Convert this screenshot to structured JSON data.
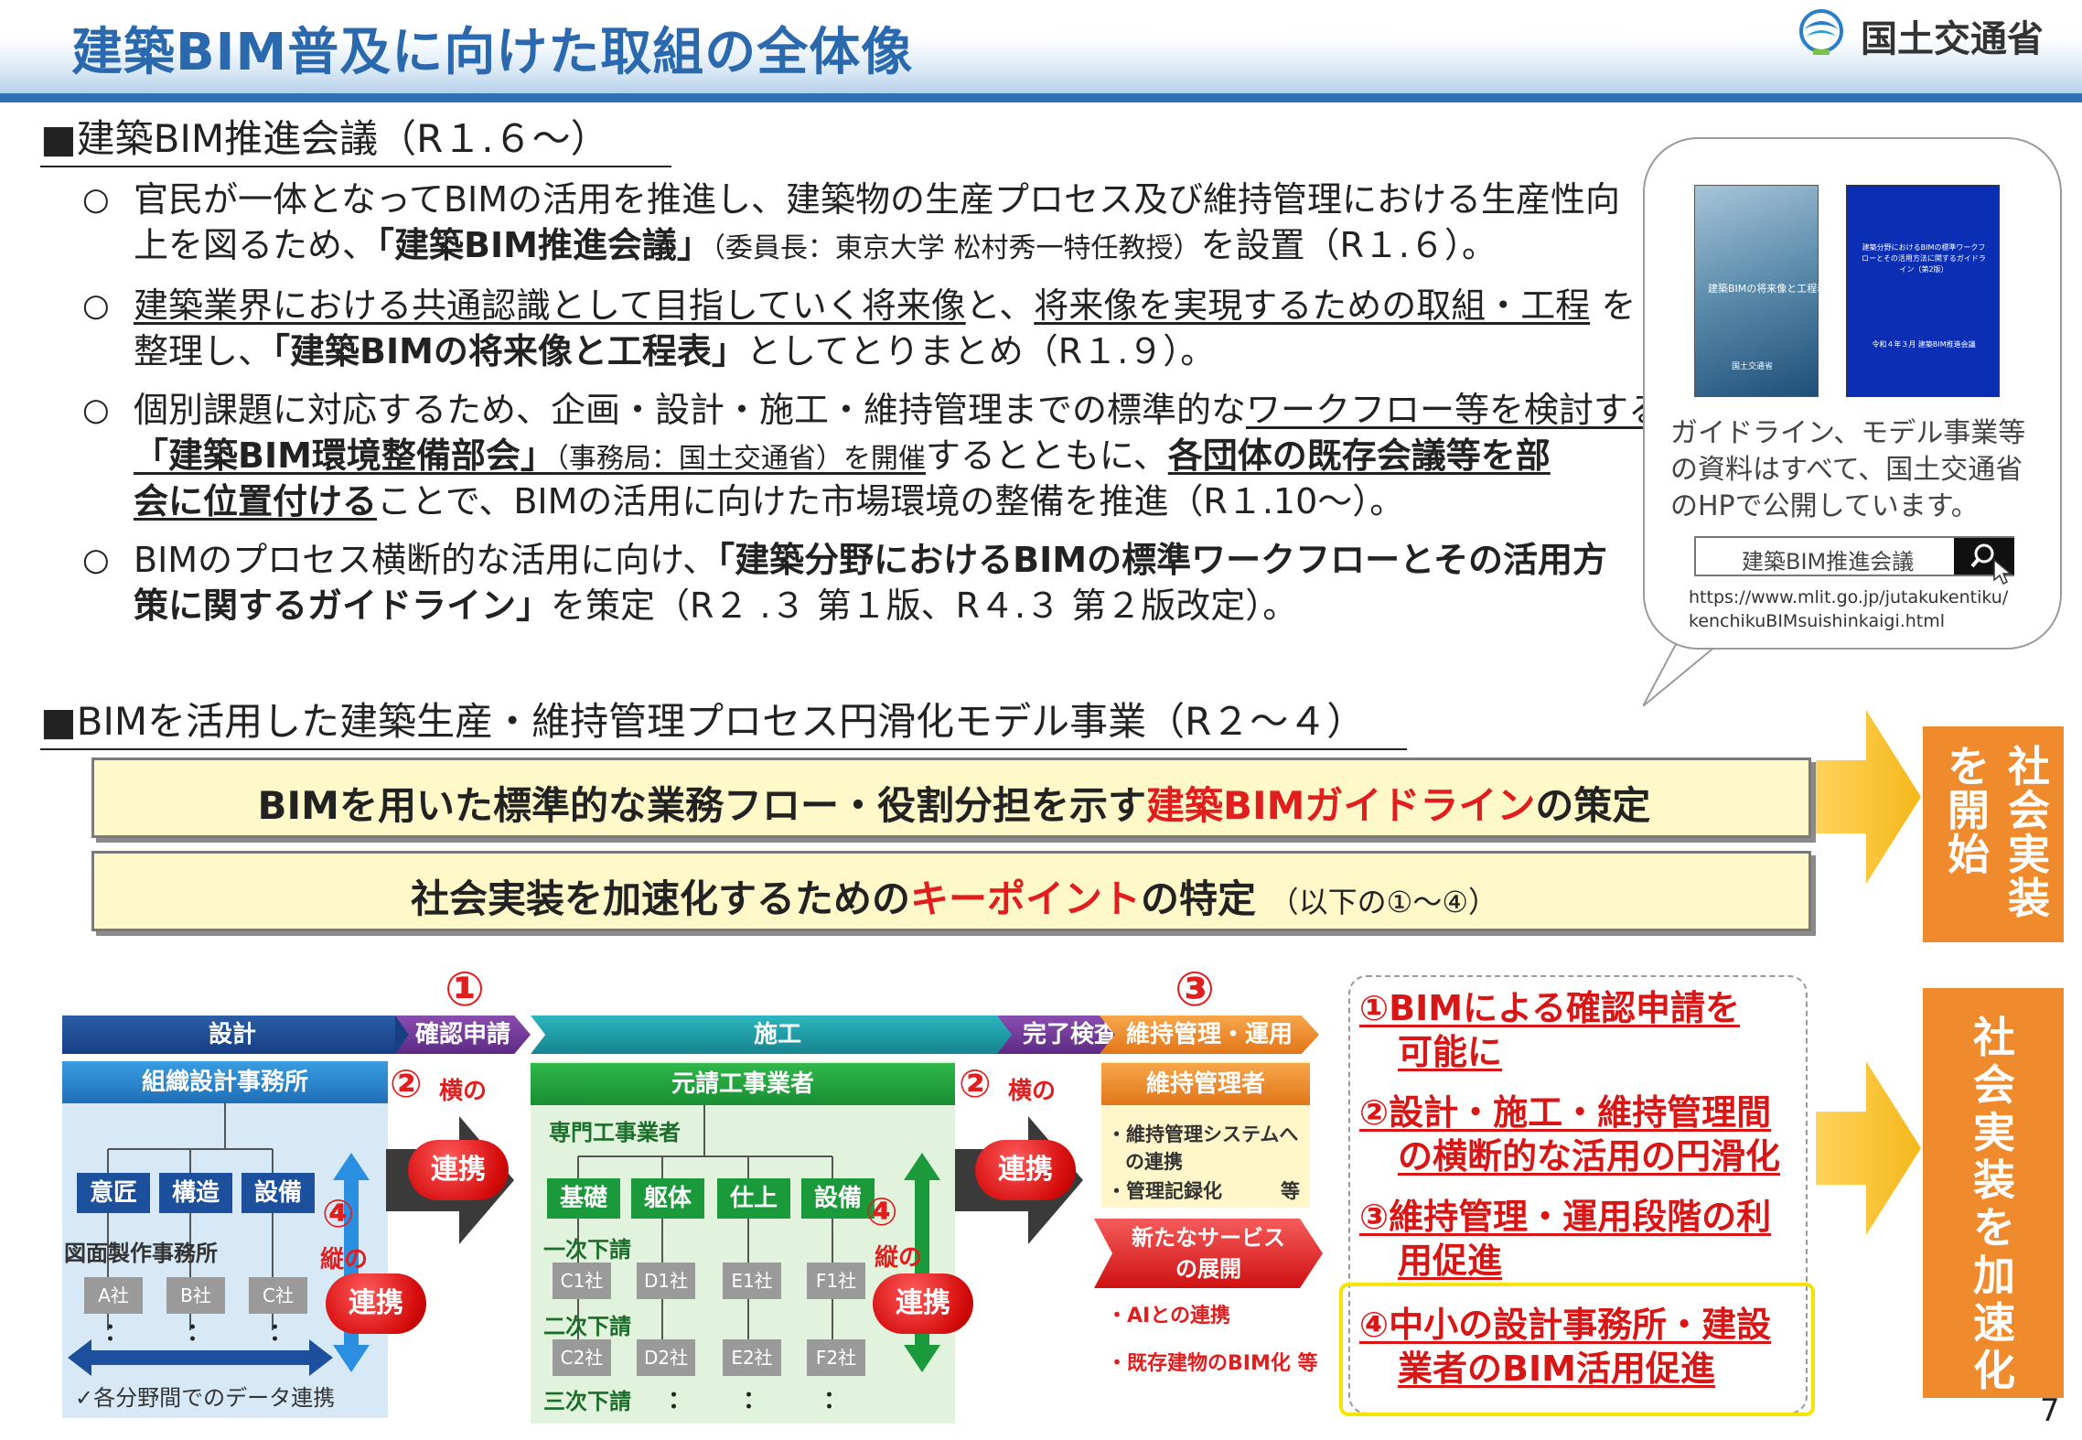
{
  "header": {
    "title": "建築BIM普及に向けた取組の全体像",
    "logo_text": "国土交通省"
  },
  "section1": {
    "heading": "■建築BIM推進会議（R１.６～）",
    "bullet_mark": "○",
    "bullets": [
      {
        "l1": "官民が一体となってBIMの活用を推進し、建築物の生産プロセス及び維持管理における生産性向",
        "l2a": "上を図るため、",
        "l2b": "「建築BIM推進会議」",
        "l2c": "（委員長：東京大学 松村秀一特任教授）",
        "l2d": "を設置（R１.６）。"
      },
      {
        "l1a": "建築業界における共通認識として目指していく将来像",
        "l1b": "と、",
        "l1c": "将来像を実現するための取組・工程",
        "l1d": " を",
        "l2a": "整理し、",
        "l2b": "「建築BIMの将来像と工程表」",
        "l2c": "としてとりまとめ（R１.９）。"
      },
      {
        "l1a": "個別課題に対応するため、企画・設計・施工・維持管理までの標準的な",
        "l1b": "ワークフロー等を検討する",
        "l2a": "「建築BIM環境整備部会」",
        "l2b": "（事務局：国土交通省）を開催",
        "l2c": "するとともに、",
        "l2d": "各団体の既存会議等を部",
        "l3a": "会に位置付ける",
        "l3b": "ことで、BIMの活用に向けた市場環境の整備を推進（R１.10～）。"
      },
      {
        "l1a": "BIMのプロセス横断的な活用に向け、",
        "l1b": "「建築分野におけるBIMの標準ワークフローとその活用方",
        "l2a": "策に関するガイドライン」",
        "l2b": "を策定（R２ .３ 第１版、R４.３ 第２版改定）。"
      }
    ]
  },
  "callout": {
    "book1_title": "建築BIMの将来像と工程表",
    "book1_logo": "国土交通省",
    "book2_title": "建築分野におけるBIMの標準ワークフローとその活用方法に関するガイドライン（第2版）",
    "book2_date": "令和４年３月 建築BIM推進会議",
    "note": "ガイドライン、モデル事業等の資料はすべて、国土交通省のHPで公開しています。",
    "search_text": "建築BIM推進会議",
    "url_line1": "https://www.mlit.go.jp/jutakukentiku/",
    "url_line2": "kenchikuBIMsuishinkaigi.html"
  },
  "section2": {
    "heading": "■BIMを活用した建築生産・維持管理プロセス円滑化モデル事業（R２～４）",
    "bar1": {
      "a": "BIMを用いた標準的な業務フロー・役割分担を示す",
      "b": "建築BIMガイドライン",
      "c": "の策定"
    },
    "bar2": {
      "a": "社会実装を加速化するための",
      "b": "キーポイント",
      "c": "の特定",
      "note": "（以下の①～④）"
    },
    "orange1_col1": "社会実装",
    "orange1_col2": "を開始",
    "orange2_col1": "社会実装を加速化"
  },
  "diagram": {
    "phase_design": "設計",
    "phase_kakunin": "確認申請",
    "phase_sekou": "施工",
    "phase_kanryo": "完了検査",
    "phase_iji": "維持管理・運用",
    "num1": "①",
    "num3": "③",
    "num2": "②",
    "num4": "④",
    "design_org": "組織設計事務所",
    "d_ishou": "意匠",
    "d_kouzou": "構造",
    "d_setsubi": "設備",
    "zumen": "図面製作事務所",
    "a_sha": "A社",
    "b_sha": "B社",
    "c_sha": "C社",
    "dots": "：",
    "data_renkei": "✓各分野間でのデータ連携",
    "yoko_no": "横の",
    "tate_no": "縦の",
    "renkei": "連携",
    "contractor": "元請工事業者",
    "senmon": "専門工事業者",
    "kiso": "基礎",
    "kutai": "躯体",
    "shiage": "仕上",
    "setsubi2": "設備",
    "ichiji": "一次下請",
    "niji": "二次下請",
    "sanji": "三次下請",
    "c1": "C1社",
    "d1": "D1社",
    "e1": "E1社",
    "f1": "F1社",
    "c2": "C2社",
    "d2": "D2社",
    "e2": "E2社",
    "f2": "F2社",
    "iji_sha": "維持管理者",
    "iji_item1a": "・維持管理システムへ",
    "iji_item1b": "の連携",
    "iji_item2": "・管理記録化",
    "iji_etc": "等",
    "new_service1": "新たなサービス",
    "new_service2": "の展開",
    "ai": "・AIとの連携",
    "kison": "・既存建物のBIM化 等"
  },
  "keypoints": [
    {
      "l1": "①BIMによる確認申請を",
      "l2": "可能に"
    },
    {
      "l1": "②設計・施工・維持管理間",
      "l2": "の横断的な活用の円滑化"
    },
    {
      "l1": "③維持管理・運用段階の利",
      "l2": "用促進"
    },
    {
      "l1": "④中小の設計事務所・建設",
      "l2": "業者のBIM活用促進"
    }
  ],
  "page_number": "7",
  "colors": {
    "title_blue": "#2a69ae",
    "accent_red": "#e11d1d",
    "orange": "#ef8b2d",
    "green": "#1a9a3a",
    "navy": "#163f86",
    "purple": "#6a2c8c"
  }
}
